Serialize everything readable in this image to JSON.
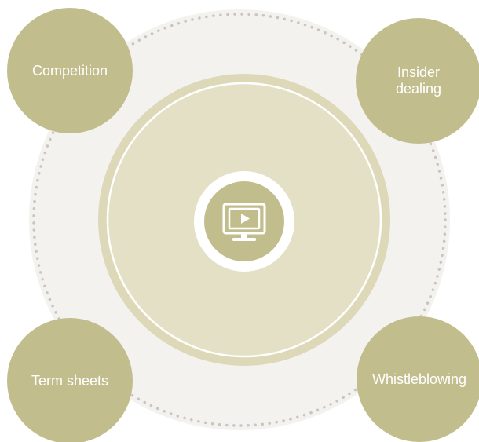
{
  "colors": {
    "topic_fill": "#c2bd8d",
    "outer_disc": "#f3f2ef",
    "dotted_ring": "#c9c6bf",
    "halo": "#ddd9b8",
    "inner_disc": "#e4e0c5",
    "inner_ring": "#ffffff",
    "icon_badge": "#c2bd8d",
    "icon_stroke": "#ffffff"
  },
  "center": {
    "icon": "video-monitor-icon"
  },
  "topics": [
    {
      "label": "Competition"
    },
    {
      "label": "Insider\ndealing"
    },
    {
      "label": "Term sheets"
    },
    {
      "label": "Whistleblowing"
    }
  ]
}
